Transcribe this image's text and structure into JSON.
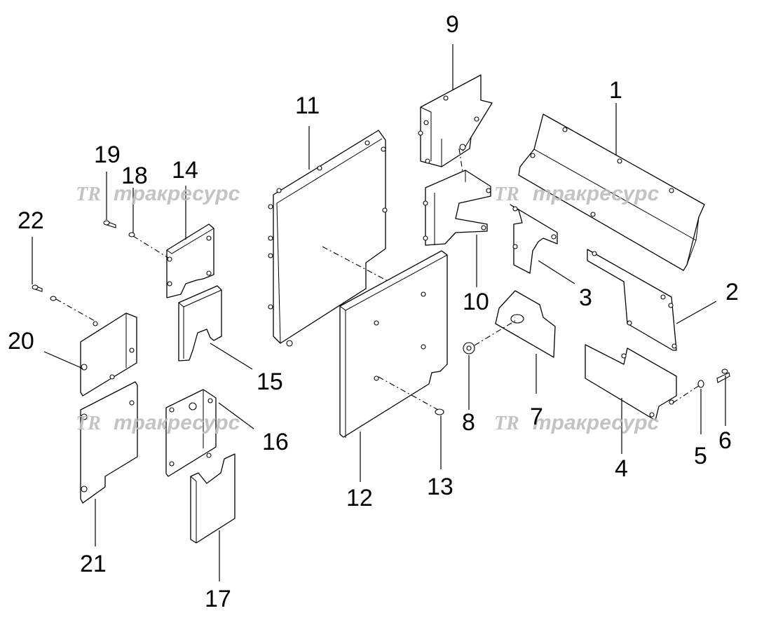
{
  "watermark": {
    "text": "тракресурс",
    "logo": "TR"
  },
  "callouts": [
    "1",
    "2",
    "3",
    "4",
    "5",
    "6",
    "7",
    "8",
    "9",
    "10",
    "11",
    "12",
    "13",
    "14",
    "15",
    "16",
    "17",
    "18",
    "19",
    "20",
    "21",
    "22"
  ],
  "colors": {
    "line": "#000000",
    "watermark": "#bdbdbd",
    "background": "#ffffff"
  }
}
